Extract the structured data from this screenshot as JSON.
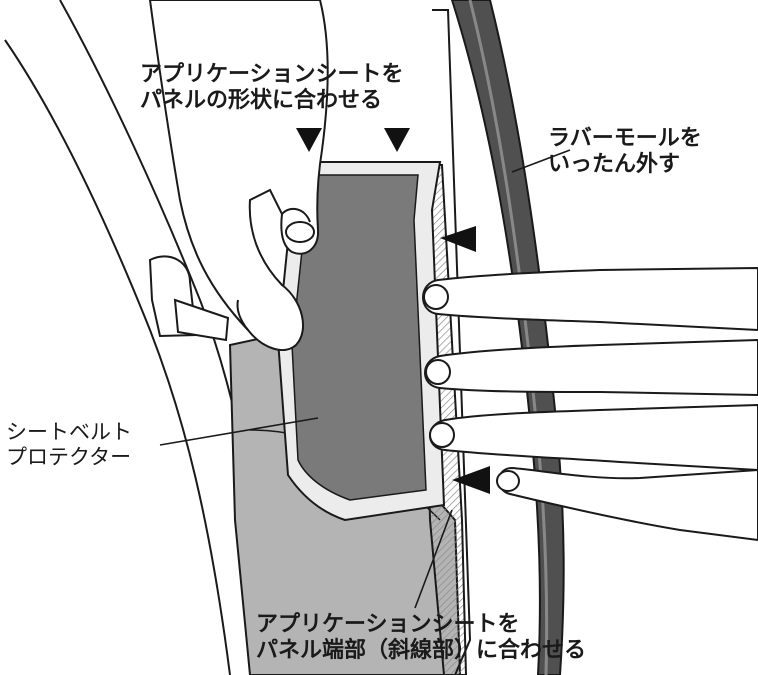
{
  "labels": {
    "top": {
      "line1": "アプリケーションシートを",
      "line2": "パネルの形状に合わせる"
    },
    "rubber": {
      "line1": "ラバーモールを",
      "line2": "いったん外す"
    },
    "belt": {
      "line1": "シートベルト",
      "line2": "プロテクター"
    },
    "bottom": {
      "line1": "アプリケーションシートを",
      "line2": "パネル端部（斜線部）に合わせる"
    }
  },
  "colors": {
    "sheet": "#7a7a7a",
    "panel": "#b4b4b4",
    "rubber": "#505050",
    "line": "#1a1a1a",
    "hatch": "#8a8a8a"
  }
}
